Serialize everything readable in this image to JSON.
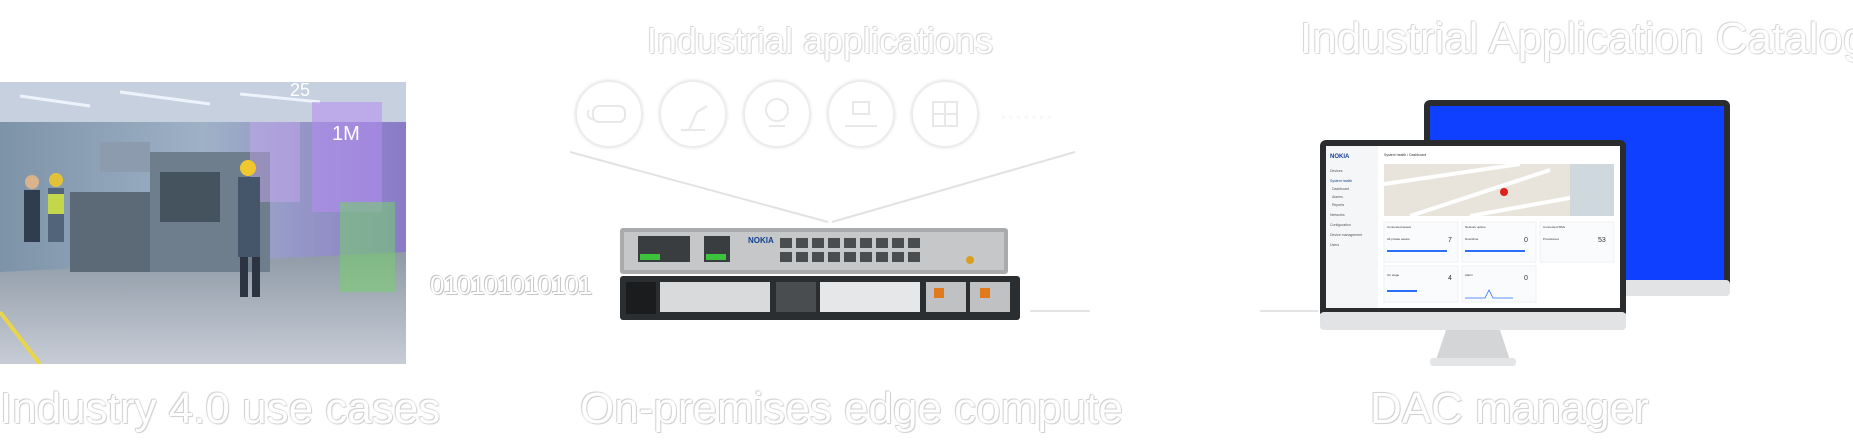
{
  "titles": {
    "industrial_applications": "Industrial applications",
    "catalog": "Industrial Application Catalog"
  },
  "labels": {
    "industry": "Industry 4.0 use cases",
    "edge": "On-premises edge compute",
    "dac": "DAC manager"
  },
  "binary_stream": "010101010101",
  "ellipsis": "·······",
  "icons": [
    "vr-headset-icon",
    "robot-arm-icon",
    "ai-brain-icon",
    "conveyor-worker-icon",
    "grid-module-icon"
  ],
  "server": {
    "brand": "NOKIA"
  },
  "monitor_front": {
    "brand": "NOKIA",
    "breadcrumb": "System health / Dashboard",
    "menu": [
      "Devices",
      "System health",
      "Dashboard",
      "Alarms",
      "Reports",
      "Networks",
      "Configuration",
      "Device management",
      "Users"
    ],
    "panels": [
      {
        "title": "Connected assets",
        "metric_label": "All private assets",
        "metric_value": "7"
      },
      {
        "title": "Network uptime",
        "metric_label": "Downtime",
        "metric_value": "0"
      },
      {
        "title": "Connected SIMs",
        "metric_label": "Provisioned",
        "metric_value": "53"
      }
    ],
    "panels_row2": [
      {
        "metric_label": "On stage",
        "metric_value": "4"
      },
      {
        "metric_label": "Alarm",
        "metric_value": "0"
      }
    ]
  },
  "colors": {
    "back_monitor_screen": "#1040ff",
    "brand_blue": "#124191",
    "map_marker": "#e0201c"
  }
}
